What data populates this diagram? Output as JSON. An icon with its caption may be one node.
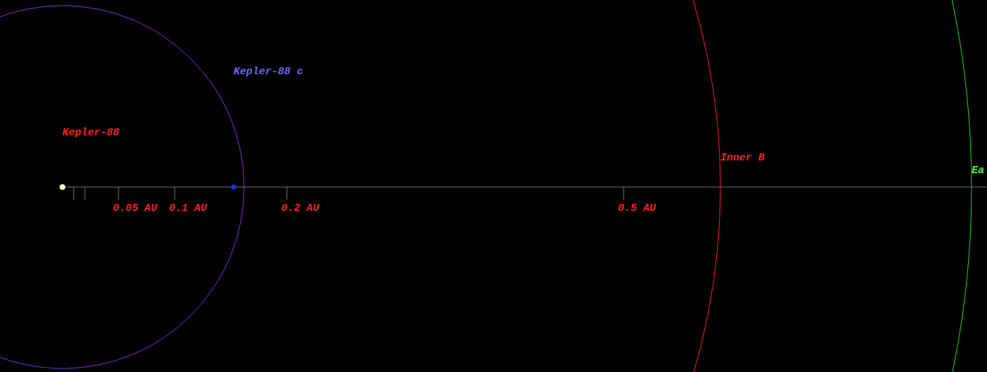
{
  "diagram": {
    "labels": [
      "Kepler-88 c",
      "Kepler-88",
      "Inner B",
      "Ea",
      "0.05 AU",
      "0.1 AU",
      "0.2 AU",
      "0.5 AU"
    ]
  }
}
